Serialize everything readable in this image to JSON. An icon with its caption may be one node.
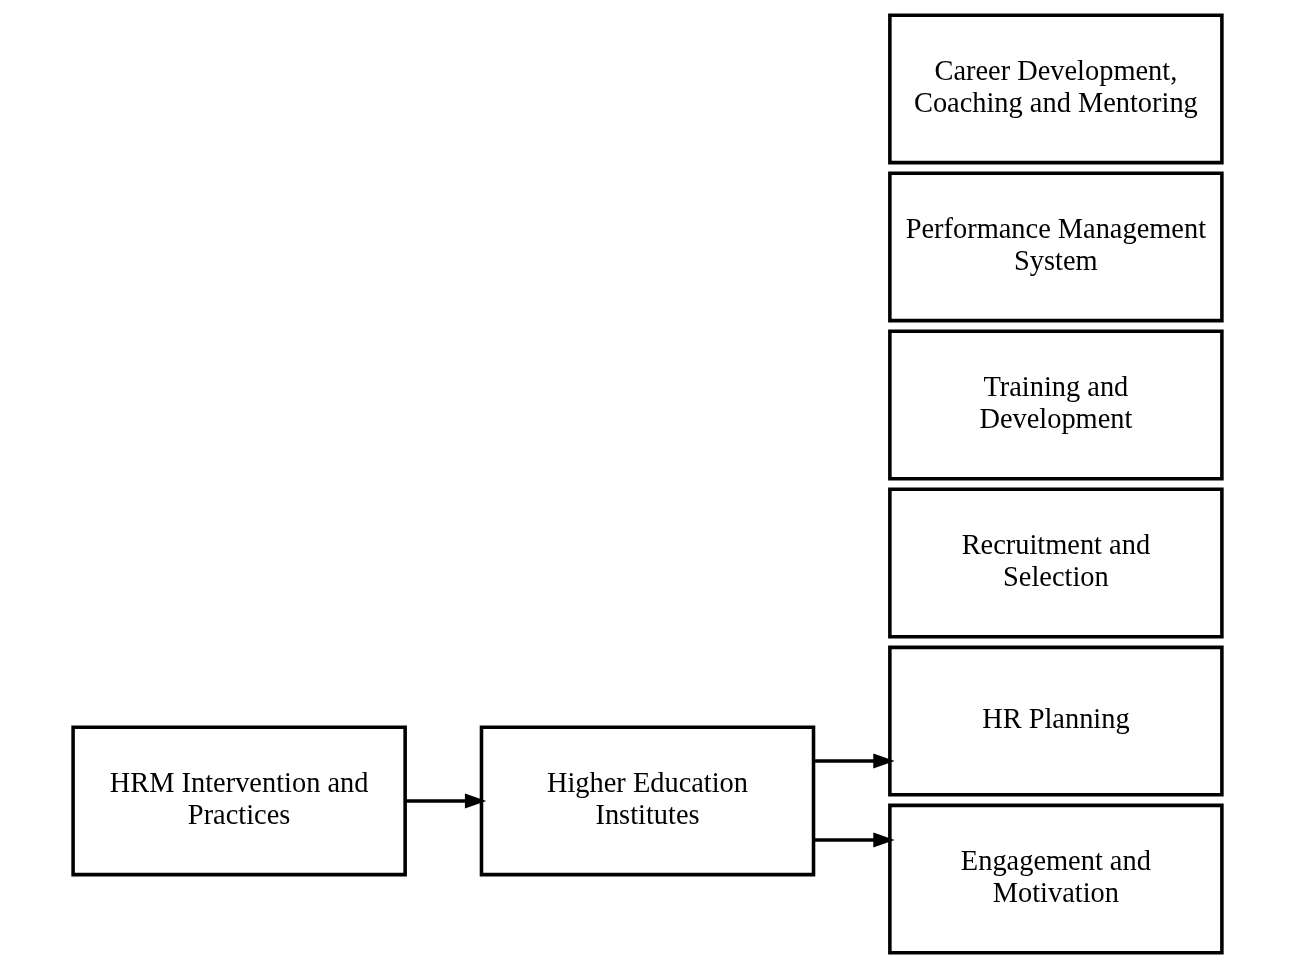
{
  "diagram": {
    "nodes": [
      {
        "text": [
          "HRM Intervention and Practices"
        ]
      },
      {
        "text": [
          "Higher Education Institutes"
        ]
      },
      {
        "text": [
          "HR Planning"
        ]
      },
      {
        "text": [
          "Recruitment and Selection"
        ]
      },
      {
        "text": [
          "Training and Development"
        ]
      },
      {
        "text": [
          "Performance Management System"
        ]
      },
      {
        "text": [
          "Career Development, Coaching and Mentoring"
        ]
      },
      {
        "text": [
          "Engagement and Motivation"
        ]
      }
    ],
    "edges": [
      {
        "from": 0,
        "to": 1,
        "arrow": "to"
      },
      {
        "from": 1,
        "to": 2,
        "arrow": "to"
      },
      {
        "from": 1,
        "to": 7,
        "arrow": "to"
      }
    ]
  }
}
